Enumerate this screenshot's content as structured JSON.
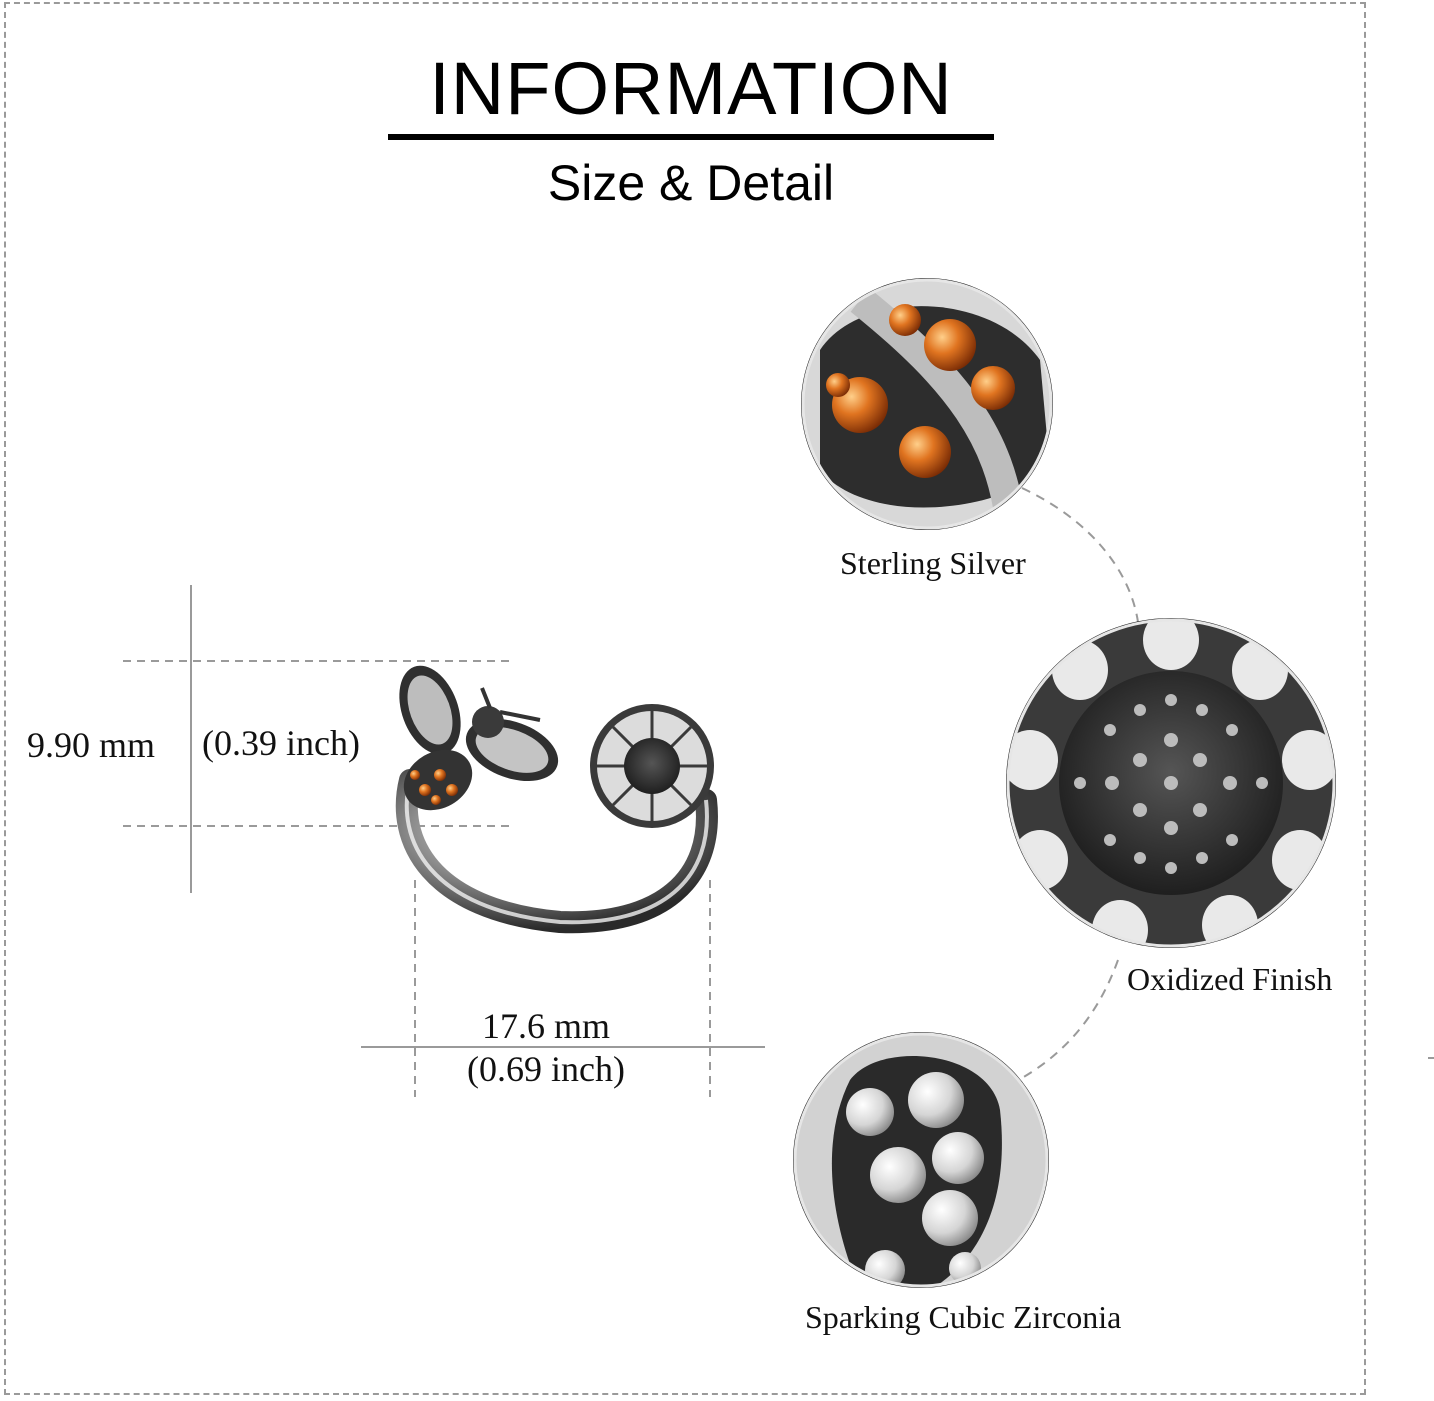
{
  "header": {
    "title": "INFORMATION",
    "subtitle": "Size & Detail"
  },
  "dimensions": {
    "height_mm": "9.90 mm",
    "height_inch": "(0.39 inch)",
    "width_mm": "17.6 mm",
    "width_inch": "(0.69 inch)"
  },
  "details": [
    {
      "label": "Sterling Silver"
    },
    {
      "label": "Oxidized Finish"
    },
    {
      "label": "Sparking Cubic Zirconia"
    }
  ],
  "colors": {
    "accent_stone": "#e07420",
    "metal_dark": "#2a2a2a",
    "metal_light": "#d9d9d9",
    "guide_line": "#9a9a9a"
  }
}
